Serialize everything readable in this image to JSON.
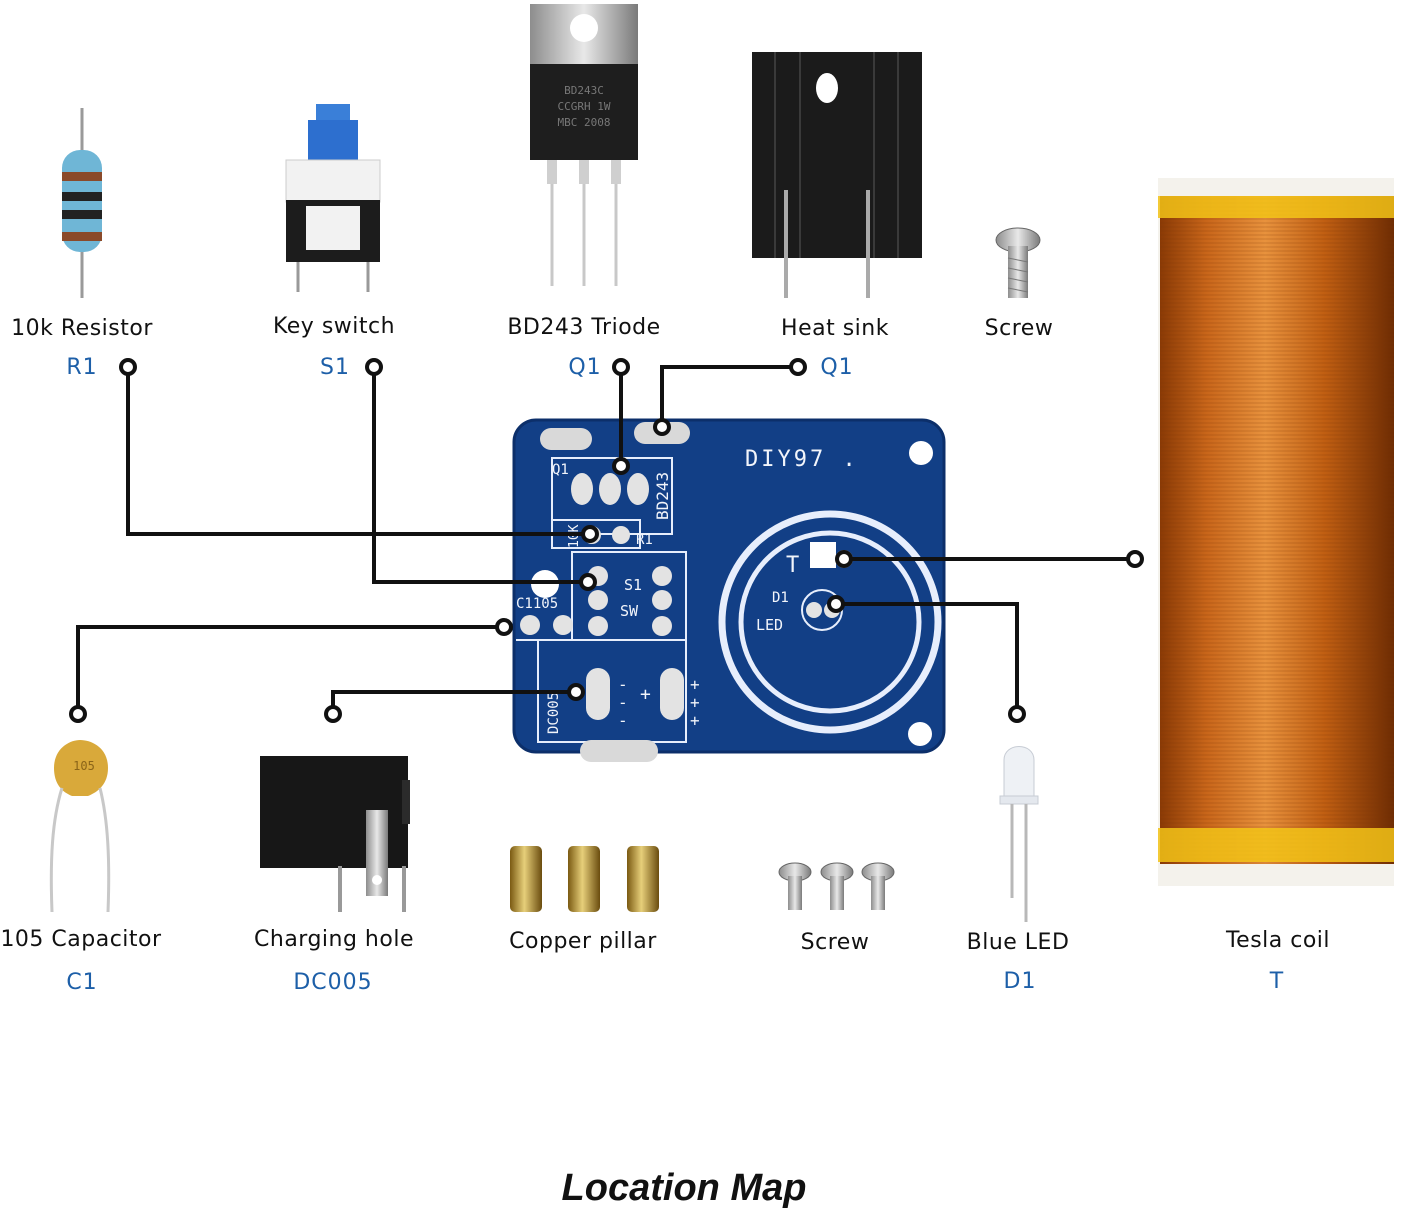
{
  "title": "Location Map",
  "components_top": [
    {
      "name": "10k Resistor",
      "ref": "R1"
    },
    {
      "name": "Key switch",
      "ref": "S1"
    },
    {
      "name": "BD243 Triode",
      "ref": "Q1"
    },
    {
      "name": "Heat sink",
      "ref": "Q1"
    },
    {
      "name": "Screw",
      "ref": ""
    }
  ],
  "components_bottom": [
    {
      "name": "105 Capacitor",
      "ref": "C1"
    },
    {
      "name": "Charging hole",
      "ref": "DC005"
    },
    {
      "name": "Copper pillar",
      "ref": ""
    },
    {
      "name": "Screw",
      "ref": ""
    },
    {
      "name": "Blue LED",
      "ref": "D1"
    },
    {
      "name": "Tesla coil",
      "ref": "T"
    }
  ],
  "pcb": {
    "brand": "DIY97 .",
    "silkscreen": [
      "Q1",
      "BD243",
      "10K",
      "R1",
      "S1",
      "SW",
      "C1105",
      "DC005",
      "T",
      "D1",
      "LED"
    ]
  },
  "transistor_marking": [
    "BD243C",
    "CCGRH 1W",
    "MBC 2008"
  ],
  "capacitor_marking": "105",
  "colors": {
    "ref_text": "#1d5fa8",
    "pcb": "#123f86",
    "coil": "#c4600e",
    "leader": "#111111"
  }
}
